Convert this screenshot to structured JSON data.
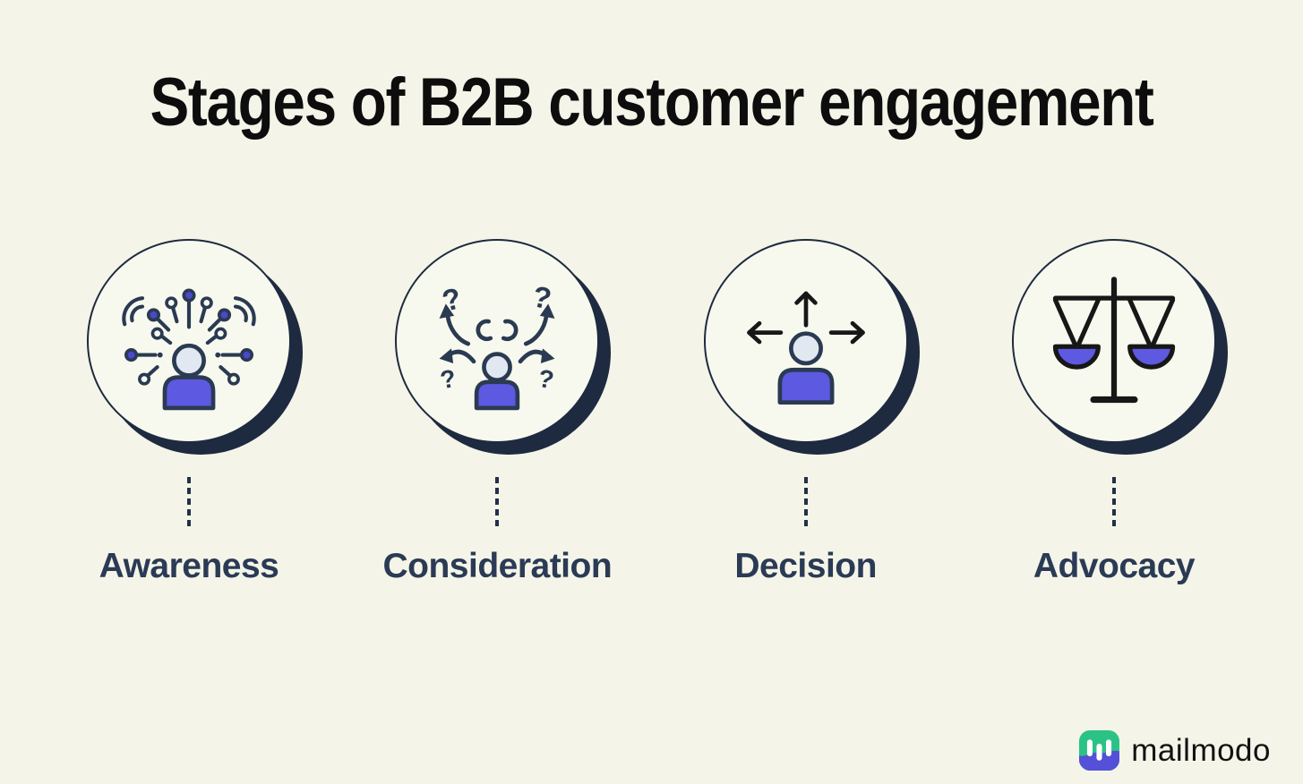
{
  "page": {
    "title": "Stages of B2B customer engagement",
    "background_color": "#F4F5E8"
  },
  "stages": [
    {
      "label": "Awareness",
      "icon": "awareness-person-network-icon"
    },
    {
      "label": "Consideration",
      "icon": "consideration-person-questions-icon"
    },
    {
      "label": "Decision",
      "icon": "decision-person-arrows-icon"
    },
    {
      "label": "Advocacy",
      "icon": "advocacy-balance-scale-icon"
    }
  ],
  "icon_glyphs": {
    "question_mark": "?"
  },
  "brand": {
    "name": "mailmodo",
    "logo_icon": "mailmodo-logo-icon"
  },
  "colors": {
    "navy_outline": "#1E2A40",
    "navy_stroke": "#2A3A52",
    "label_navy": "#2B3A55",
    "indigo_fill": "#5D59E0",
    "indigo_dot": "#4B48CB",
    "head_fill": "#E1E8F2",
    "icon_black": "#171717",
    "circle_fill": "#F8F9EE",
    "logo_green": "#2BC286",
    "logo_purple": "#5450D8",
    "title_black": "#0d0d0d"
  }
}
